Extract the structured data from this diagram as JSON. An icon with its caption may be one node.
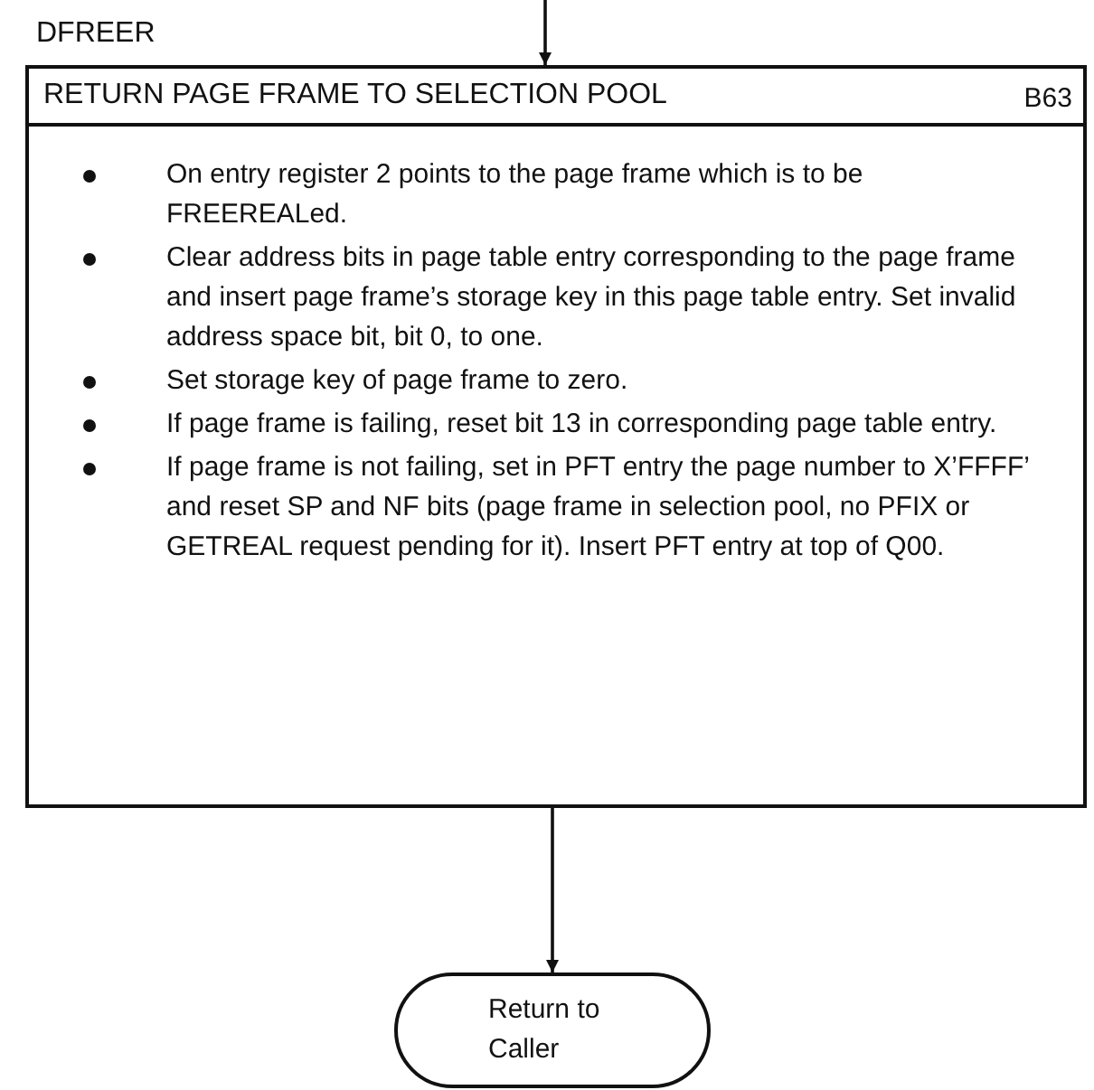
{
  "diagram": {
    "nodes": [
      {
        "text": [
          "DFREER",
          "RETURN PAGE FRAME TO SELECTION POOL",
          "B63",
          "On entry register 2 points to the page frame which is to be FREEREALed.",
          "Clear address bits in page table entry corresponding to the page frame and insert page frame’s storage key in this page table entry. Set invalid address space bit, bit 0, to one.",
          "Set storage key of page frame to zero.",
          "If page frame is failing, reset bit 13 in corresponding page table entry.",
          "If page frame is not failing, set in PFT entry the page number to X’FFFF’ and reset SP and NF bits (page frame in selection pool, no PFIX or GETREAL request pending for it). Insert PFT entry at top of Q00."
        ]
      },
      {
        "text": [
          "Return to Caller"
        ]
      }
    ],
    "edges": [
      {
        "from": null,
        "to": 0,
        "arrow": "to"
      },
      {
        "from": 0,
        "to": 1,
        "arrow": "to"
      }
    ]
  }
}
